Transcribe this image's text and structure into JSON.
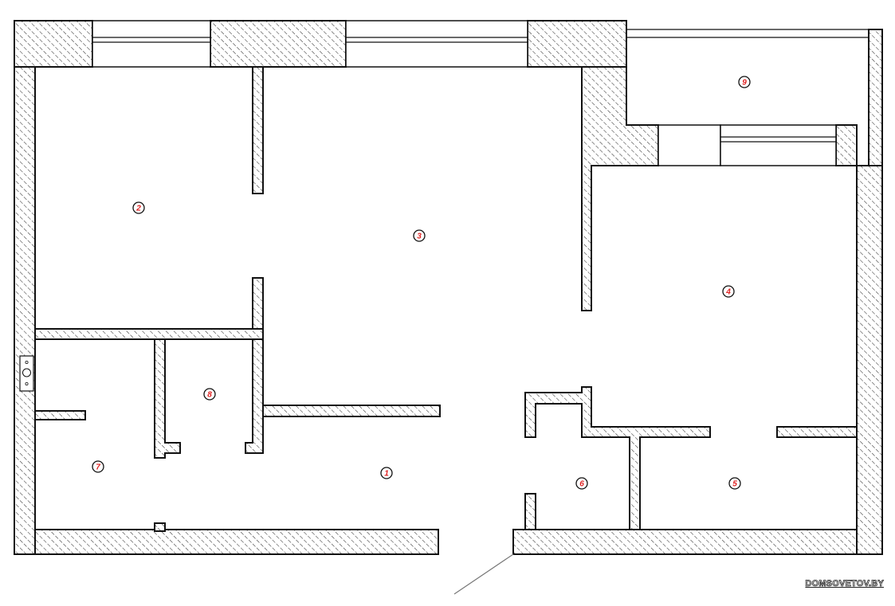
{
  "diagram": {
    "rooms": [
      {
        "id": "room-1",
        "label": "1"
      },
      {
        "id": "room-2",
        "label": "2"
      },
      {
        "id": "room-3",
        "label": "3"
      },
      {
        "id": "room-4",
        "label": "4"
      },
      {
        "id": "room-5",
        "label": "5"
      },
      {
        "id": "room-6",
        "label": "6"
      },
      {
        "id": "room-7",
        "label": "7"
      },
      {
        "id": "room-8",
        "label": "8"
      },
      {
        "id": "room-9",
        "label": "9"
      }
    ],
    "colors": {
      "wall_stroke": "#111111",
      "room_label": "#e02020",
      "leader": "#777777"
    }
  },
  "watermark": {
    "text": "DOMSOVETOV.BY"
  }
}
